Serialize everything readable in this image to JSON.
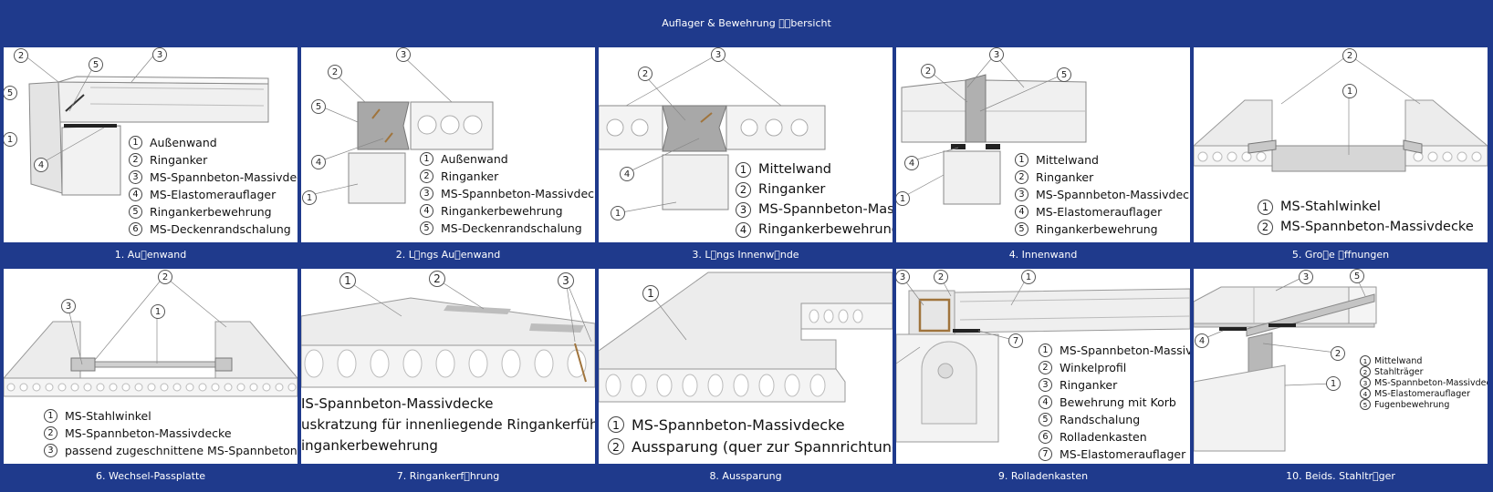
{
  "page": {
    "title": "Auflager & Bewehrung \u0000\u0000bersicht"
  },
  "panels": [
    {
      "caption": "1. Au\u0000enwand",
      "callouts": [
        "2",
        "5",
        "3",
        "5",
        "1",
        "4"
      ],
      "legend": [
        {
          "num": "1",
          "text": "Außenwand"
        },
        {
          "num": "2",
          "text": "Ringanker"
        },
        {
          "num": "3",
          "text": "MS-Spannbeton-Massivdecke"
        },
        {
          "num": "4",
          "text": "MS-Elastomerauflager"
        },
        {
          "num": "5",
          "text": "Ringankerbewehrung"
        },
        {
          "num": "6",
          "text": "MS-Deckenrandschalung"
        }
      ]
    },
    {
      "caption": "2. L\u0000ngs Au\u0000enwand",
      "callouts": [
        "3",
        "2",
        "5",
        "4",
        "1"
      ],
      "legend": [
        {
          "num": "1",
          "text": "Außenwand"
        },
        {
          "num": "2",
          "text": "Ringanker"
        },
        {
          "num": "3",
          "text": "MS-Spannbeton-Massivdecke"
        },
        {
          "num": "4",
          "text": "Ringankerbewehrung"
        },
        {
          "num": "5",
          "text": "MS-Deckenrandschalung"
        }
      ]
    },
    {
      "caption": "3. L\u0000ngs Innenw\u0000nde",
      "callouts": [
        "3",
        "2",
        "4",
        "1"
      ],
      "legend": [
        {
          "num": "1",
          "text": "Mittelwand"
        },
        {
          "num": "2",
          "text": "Ringanker"
        },
        {
          "num": "3",
          "text": "MS-Spannbeton-Massiv"
        },
        {
          "num": "4",
          "text": "Ringankerbewehrung"
        }
      ]
    },
    {
      "caption": "4. Innenwand",
      "callouts": [
        "3",
        "2",
        "5",
        "4",
        "1"
      ],
      "legend": [
        {
          "num": "1",
          "text": "Mittelwand"
        },
        {
          "num": "2",
          "text": "Ringanker"
        },
        {
          "num": "3",
          "text": "MS-Spannbeton-Massivdecke"
        },
        {
          "num": "4",
          "text": "MS-Elastomerauflager"
        },
        {
          "num": "5",
          "text": "Ringankerbewehrung"
        }
      ]
    },
    {
      "caption": "5. Gro\u0000e \u0000ffnungen",
      "callouts": [
        "2",
        "1"
      ],
      "legend": [
        {
          "num": "1",
          "text": "MS-Stahlwinkel"
        },
        {
          "num": "2",
          "text": "MS-Spannbeton-Massivdecke"
        }
      ]
    },
    {
      "caption": "6. Wechsel-Passplatte",
      "callouts": [
        "2",
        "3",
        "1"
      ],
      "legend": [
        {
          "num": "1",
          "text": "MS-Stahlwinkel"
        },
        {
          "num": "2",
          "text": "MS-Spannbeton-Massivdecke"
        },
        {
          "num": "3",
          "text": "passend zugeschnittene MS-Spannbeton-Mass"
        }
      ]
    },
    {
      "caption": "7. Ringankerf\u0000hrung",
      "callouts": [
        "1",
        "2",
        "3"
      ],
      "lines": [
        "IS-Spannbeton-Massivdecke",
        "uskratzung für innenliegende Ringankerführ",
        "ingankerbewehrung"
      ]
    },
    {
      "caption": "8. Aussparung",
      "callouts": [
        "1"
      ],
      "legend": [
        {
          "num": "1",
          "text": "MS-Spannbeton-Massivdecke"
        },
        {
          "num": "2",
          "text": "Aussparung (quer zur Spannrichtung <"
        }
      ]
    },
    {
      "caption": "9. Rolladenkasten",
      "callouts": [
        "3",
        "2",
        "1",
        "7"
      ],
      "legend": [
        {
          "num": "1",
          "text": "MS-Spannbeton-Massivd"
        },
        {
          "num": "2",
          "text": "Winkelprofil"
        },
        {
          "num": "3",
          "text": "Ringanker"
        },
        {
          "num": "4",
          "text": "Bewehrung mit Korb"
        },
        {
          "num": "5",
          "text": "Randschalung"
        },
        {
          "num": "6",
          "text": "Rolladenkasten"
        },
        {
          "num": "7",
          "text": "MS-Elastomerauflager"
        }
      ]
    },
    {
      "caption": "10. Beids. Stahltr\u0000ger",
      "callouts": [
        "3",
        "5",
        "4",
        "2",
        "1"
      ],
      "legend": [
        {
          "num": "1",
          "text": "Mittelwand"
        },
        {
          "num": "2",
          "text": "Stahlträger"
        },
        {
          "num": "3",
          "text": "MS-Spannbeton-Massivdecke"
        },
        {
          "num": "4",
          "text": "MS-Elastomerauflager"
        },
        {
          "num": "5",
          "text": "Fugenbewehrung"
        }
      ]
    }
  ]
}
